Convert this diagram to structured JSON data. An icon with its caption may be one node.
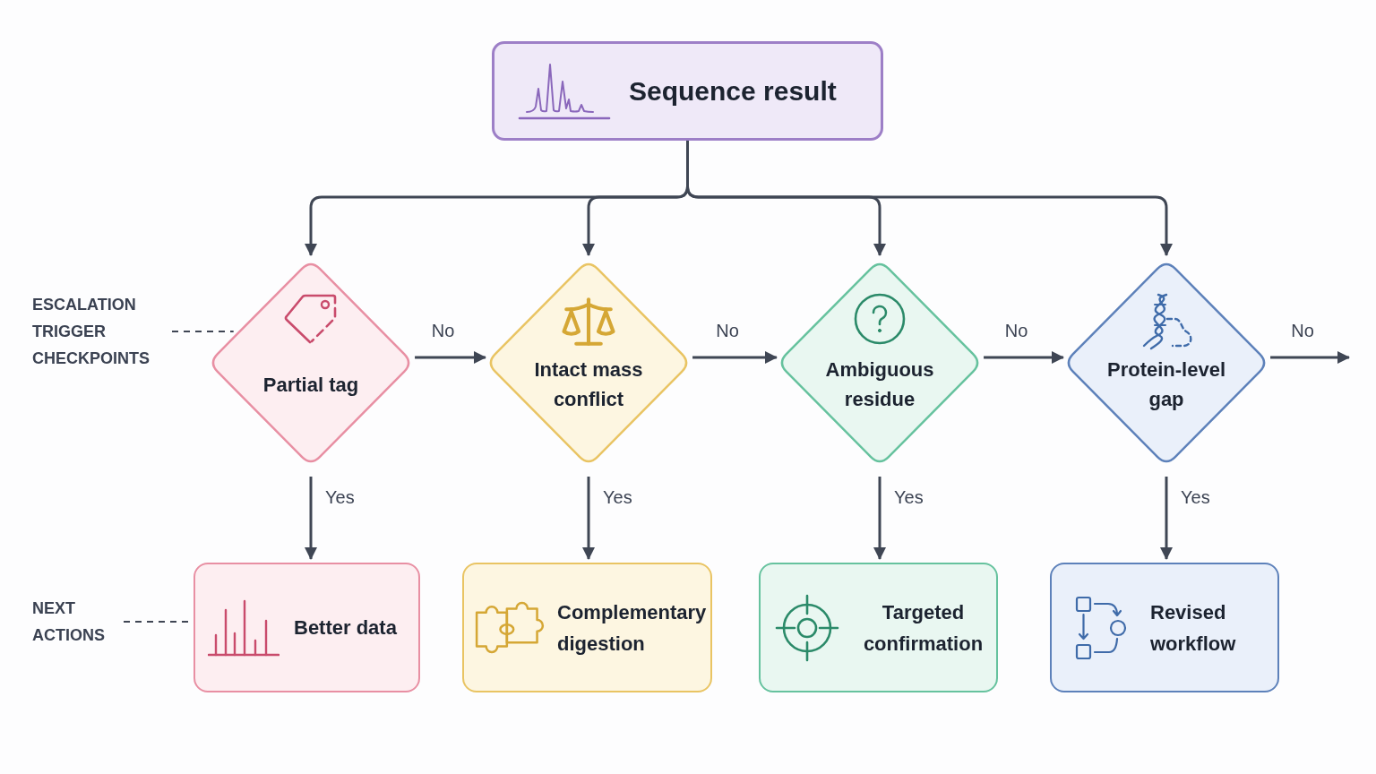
{
  "diagram": {
    "nodes": [
      {
        "text": [
          "Sequence result"
        ]
      },
      {
        "text": [
          "ESCALATION TRIGGER CHECKPOINTS"
        ]
      },
      {
        "text": [
          "Partial tag"
        ]
      },
      {
        "text": [
          "Intact mass conflict"
        ]
      },
      {
        "text": [
          "Ambiguous residue"
        ]
      },
      {
        "text": [
          "Protein-level gap"
        ]
      },
      {
        "text": [
          "NEXT ACTIONS"
        ]
      },
      {
        "text": [
          "Better data"
        ]
      },
      {
        "text": [
          "Complementary digestion"
        ]
      },
      {
        "text": [
          "Targeted confirmation"
        ]
      },
      {
        "text": [
          "Revised workflow"
        ]
      }
    ],
    "edges": [
      {
        "from": 0,
        "to": 2,
        "arrow": "to"
      },
      {
        "from": 0,
        "to": 3,
        "arrow": "to"
      },
      {
        "from": 0,
        "to": 4,
        "arrow": "to"
      },
      {
        "from": 0,
        "to": 5,
        "arrow": "to"
      },
      {
        "from": 1,
        "to": 2,
        "arrow": "none",
        "style": "dashed"
      },
      {
        "from": 2,
        "to": 3,
        "arrow": "to",
        "label": "No"
      },
      {
        "from": 3,
        "to": 4,
        "arrow": "to",
        "label": "No"
      },
      {
        "from": 4,
        "to": 5,
        "arrow": "to",
        "label": "No"
      },
      {
        "from": 5,
        "to": null,
        "arrow": "to",
        "label": "No"
      },
      {
        "from": 2,
        "to": 7,
        "arrow": "to",
        "label": "Yes"
      },
      {
        "from": 3,
        "to": 8,
        "arrow": "to",
        "label": "Yes"
      },
      {
        "from": 4,
        "to": 9,
        "arrow": "to",
        "label": "Yes"
      },
      {
        "from": 5,
        "to": 10,
        "arrow": "to",
        "label": "Yes"
      },
      {
        "from": 6,
        "to": 7,
        "arrow": "none",
        "style": "dashed"
      }
    ]
  }
}
